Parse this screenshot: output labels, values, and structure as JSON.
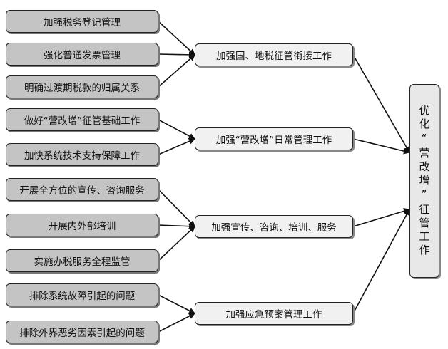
{
  "left_items": [
    {
      "label": "加强税务登记管理"
    },
    {
      "label": "强化普通发票管理"
    },
    {
      "label": "明确过渡期税款的归属关系"
    },
    {
      "label": "做好“营改增”征管基础工作"
    },
    {
      "label": "加快系统技术支持保障工作"
    },
    {
      "label": "开展全方位的宣传、咨询服务"
    },
    {
      "label": "开展内外部培训"
    },
    {
      "label": "实施办税服务全程监管"
    },
    {
      "label": "排除系统故障引起的问题"
    },
    {
      "label": "排除外界恶劣因素引起的问题"
    }
  ],
  "middle_items": [
    {
      "label": "加强国、地税征管衔接工作"
    },
    {
      "label": "加强“营改增”日常管理工作"
    },
    {
      "label": "加强宣传、咨询、培训、服务"
    },
    {
      "label": "加强应急预案管理工作"
    }
  ],
  "goal": {
    "label": "优化“营改增”征管工作"
  },
  "links": [
    {
      "from": "left_items.0",
      "to": "middle_items.0"
    },
    {
      "from": "left_items.1",
      "to": "middle_items.0"
    },
    {
      "from": "left_items.2",
      "to": "middle_items.0"
    },
    {
      "from": "left_items.3",
      "to": "middle_items.1"
    },
    {
      "from": "left_items.4",
      "to": "middle_items.1"
    },
    {
      "from": "left_items.5",
      "to": "middle_items.2"
    },
    {
      "from": "left_items.6",
      "to": "middle_items.2"
    },
    {
      "from": "left_items.7",
      "to": "middle_items.2"
    },
    {
      "from": "left_items.8",
      "to": "middle_items.3"
    },
    {
      "from": "left_items.9",
      "to": "middle_items.3"
    },
    {
      "from": "middle_items.0",
      "to": "goal"
    },
    {
      "from": "middle_items.1",
      "to": "goal"
    },
    {
      "from": "middle_items.2",
      "to": "goal"
    },
    {
      "from": "middle_items.3",
      "to": "goal"
    }
  ]
}
